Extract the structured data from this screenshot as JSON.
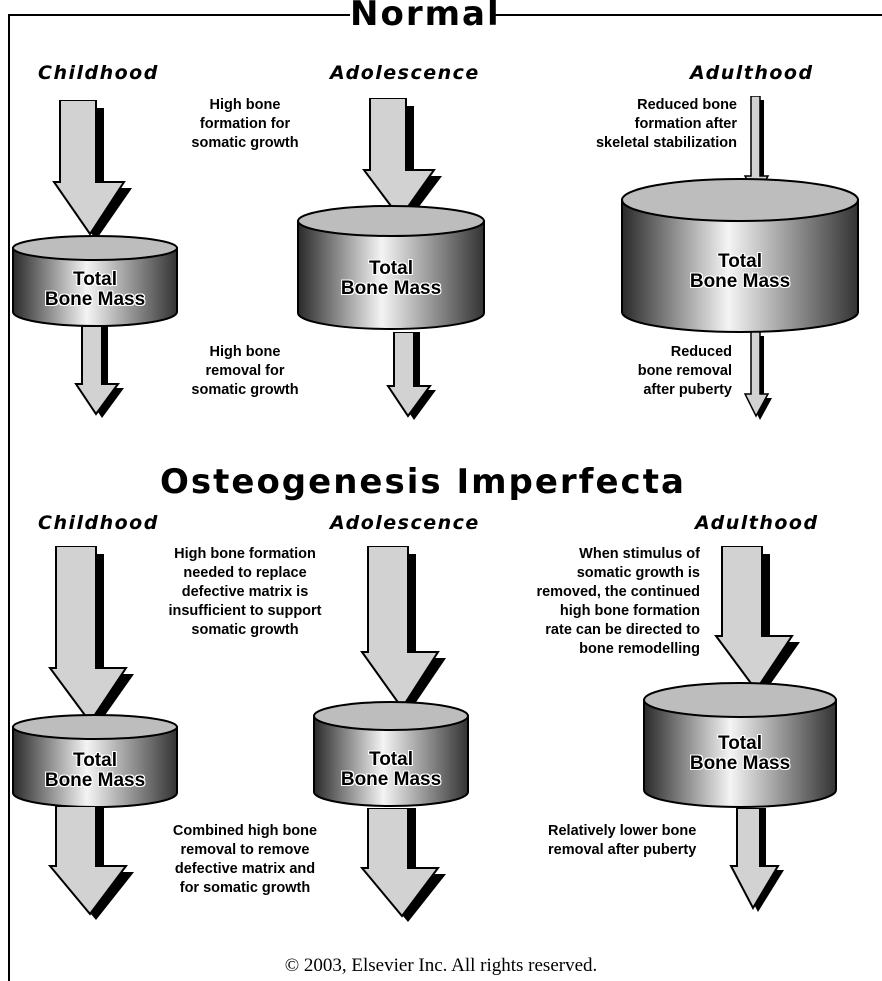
{
  "normal": {
    "title": "Normal",
    "stages": {
      "childhood": "Childhood",
      "adolescence": "Adolescence",
      "adulthood": "Adulthood"
    },
    "notes": {
      "childhood_formation": "High bone\nformation for\nsomatic growth",
      "childhood_removal": "High bone\nremoval for\nsomatic growth",
      "adulthood_formation": "Reduced bone\nformation after\nskeletal stabilization",
      "adulthood_removal": "Reduced\nbone removal\nafter puberty"
    },
    "cylinder_label": "Total\nBone Mass"
  },
  "oi": {
    "title": "Osteogenesis Imperfecta",
    "stages": {
      "childhood": "Childhood",
      "adolescence": "Adolescence",
      "adulthood": "Adulthood"
    },
    "notes": {
      "childhood_formation": "High bone formation\nneeded to replace\ndefective matrix is\ninsufficient to support\nsomatic growth",
      "childhood_removal": "Combined high bone\nremoval to remove\ndefective matrix and\nfor somatic growth",
      "adulthood_formation": "When stimulus of\nsomatic growth is\nremoved, the continued\nhigh bone formation\nrate can be directed to\nbone remodelling",
      "adulthood_removal": "Relatively lower bone\nremoval after puberty"
    },
    "cylinder_label": "Total\nBone Mass"
  },
  "copyright": "© 2003, Elsevier Inc. All rights reserved."
}
